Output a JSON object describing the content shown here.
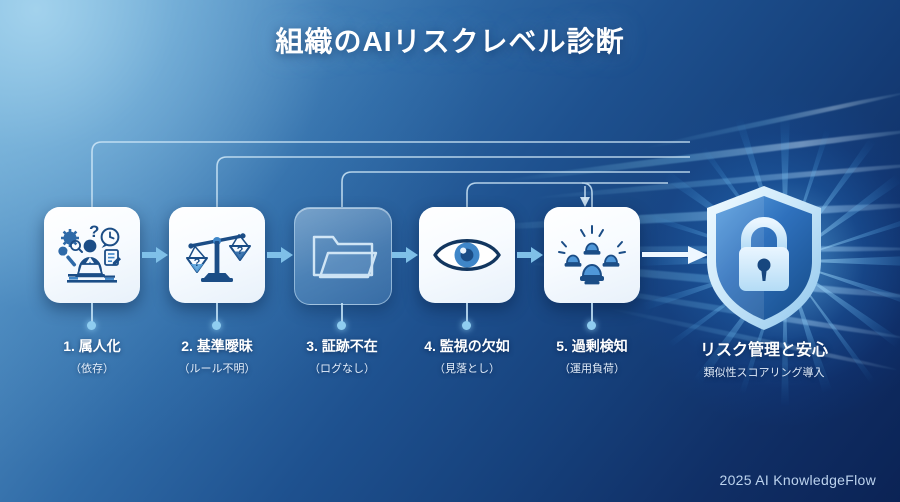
{
  "header": {
    "title": "組織のAIリスクレベル診断"
  },
  "steps": [
    {
      "id": "step-1",
      "label": "1. 属人化",
      "sublabel": "（依存）",
      "icon": "person-at-laptop-icon",
      "ghost": false
    },
    {
      "id": "step-2",
      "label": "2. 基準曖昧",
      "sublabel": "（ルール不明）",
      "icon": "unbalanced-scales-icon",
      "ghost": false
    },
    {
      "id": "step-3",
      "label": "3. 証跡不在",
      "sublabel": "（ログなし）",
      "icon": "empty-folder-icon",
      "ghost": true
    },
    {
      "id": "step-4",
      "label": "4. 監視の欠如",
      "sublabel": "（見落とし）",
      "icon": "eye-icon",
      "ghost": false
    },
    {
      "id": "step-5",
      "label": "5. 過剰検知",
      "sublabel": "（運用負荷）",
      "icon": "alarm-sirens-icon",
      "ghost": false
    }
  ],
  "outcome": {
    "icon": "shield-lock-icon",
    "label": "リスク管理と安心",
    "sublabel": "類似性スコアリング導入"
  },
  "footer": {
    "credit": "2025 AI KnowledgeFlow"
  },
  "colors": {
    "background_top_left": "#76b2d8",
    "background_bottom_right": "#0b2355",
    "card_surface": "#ffffff",
    "icon_navy": "#1b4d86",
    "icon_blue": "#3f86c8",
    "accent_glow": "#8fcdf0",
    "arrow_blue": "#7fc0e8",
    "arrow_white": "#eef7ff",
    "title_text": "#ffffff",
    "footer_text": "#bcd3ee"
  }
}
